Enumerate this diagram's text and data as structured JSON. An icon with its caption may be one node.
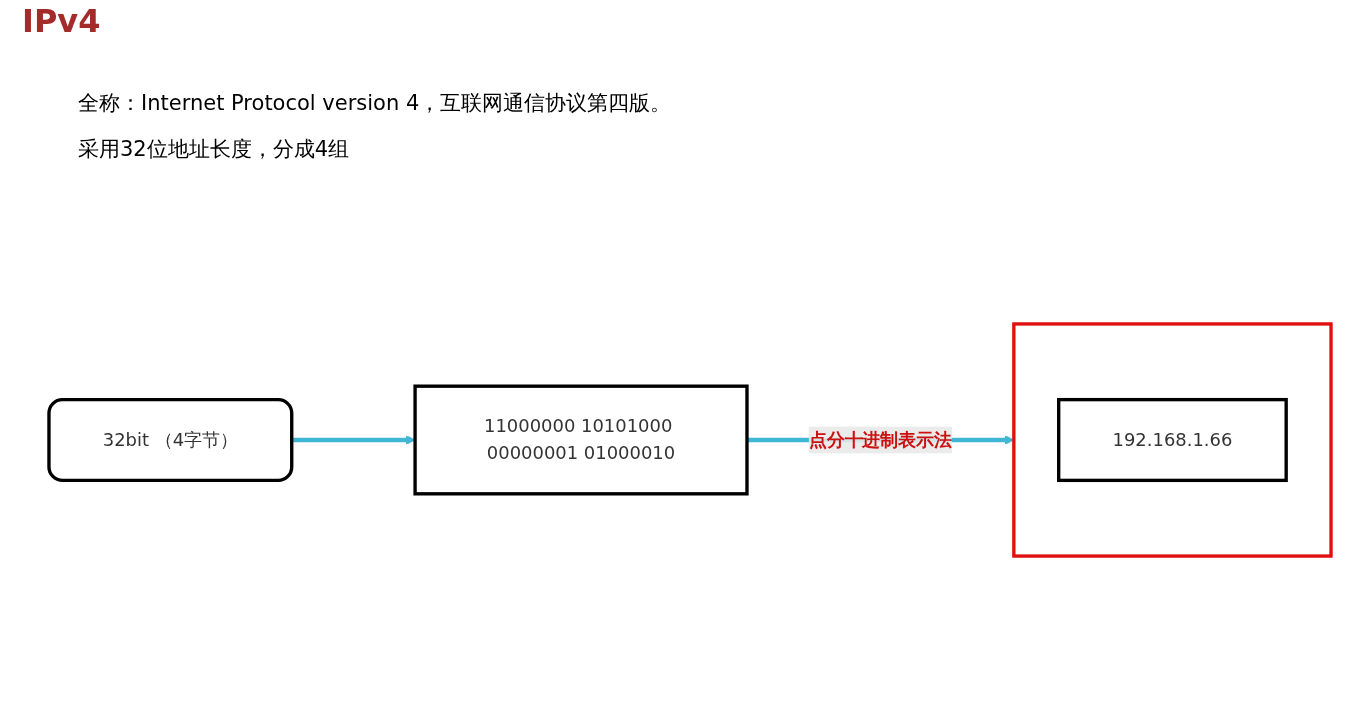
{
  "diagram": {
    "title": "IPv4",
    "nodes": [
      {
        "text": [
          "32bit （4字节）"
        ]
      },
      {
        "text": [
          "11000000 10101000 00000001 01000010"
        ]
      },
      {
        "text": [],
        "shape": "box"
      },
      {
        "text": [
          "192.168.1.66"
        ],
        "in": 2
      }
    ],
    "edges": [
      {
        "from": 0,
        "to": 1,
        "arrow": "to"
      },
      {
        "from": 1,
        "to": 2,
        "arrow": "to",
        "label": "点分十进制表示法"
      }
    ],
    "labels": [
      "全称：Internet Protocol version 4，互联网通信协议第四版。",
      "采用32位地址长度，分成4组"
    ]
  }
}
